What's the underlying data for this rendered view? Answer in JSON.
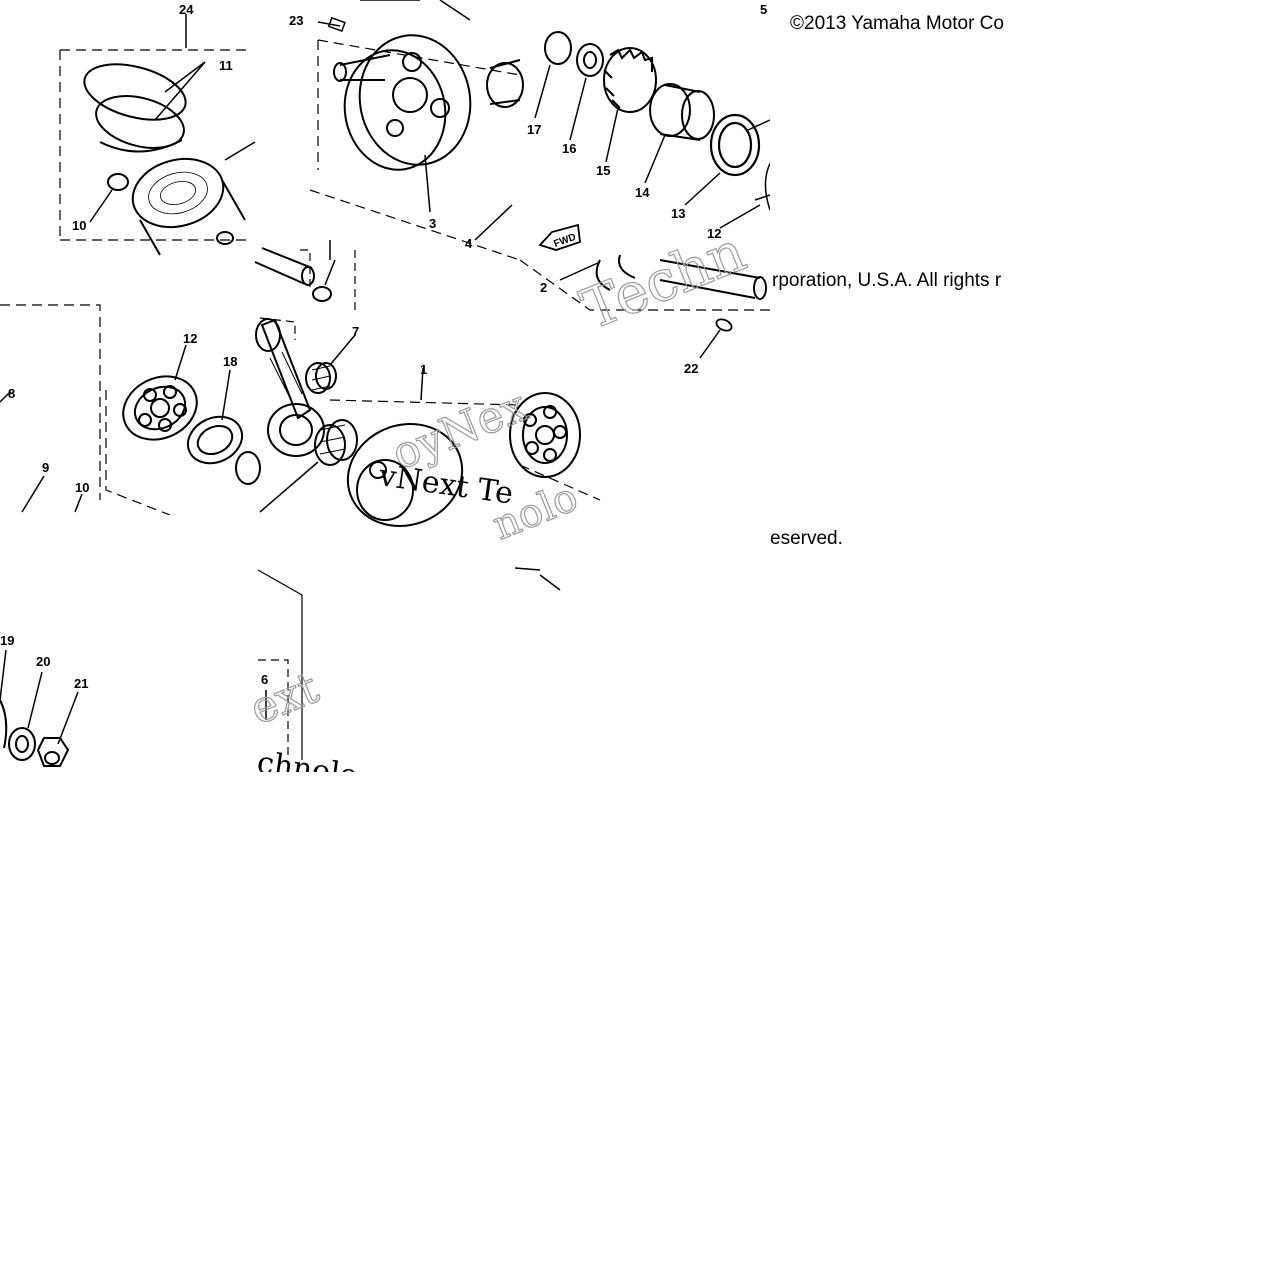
{
  "copyright": {
    "line1": "©2013 Yamaha Motor Co",
    "line2": "rporation, U.S.A. All rights r",
    "line3": "eserved."
  },
  "fwd_label": "FWD",
  "watermarks": [
    "Techn",
    "oyNex",
    "vNext Te",
    "nolo",
    "ext",
    "chnolo"
  ],
  "callouts": [
    "24",
    "23",
    "5",
    "11",
    "17",
    "16",
    "15",
    "14",
    "13",
    "12",
    "10",
    "3",
    "4",
    "2",
    "22",
    "8",
    "12",
    "18",
    "7",
    "1",
    "9",
    "10",
    "19",
    "20",
    "21",
    "6"
  ]
}
